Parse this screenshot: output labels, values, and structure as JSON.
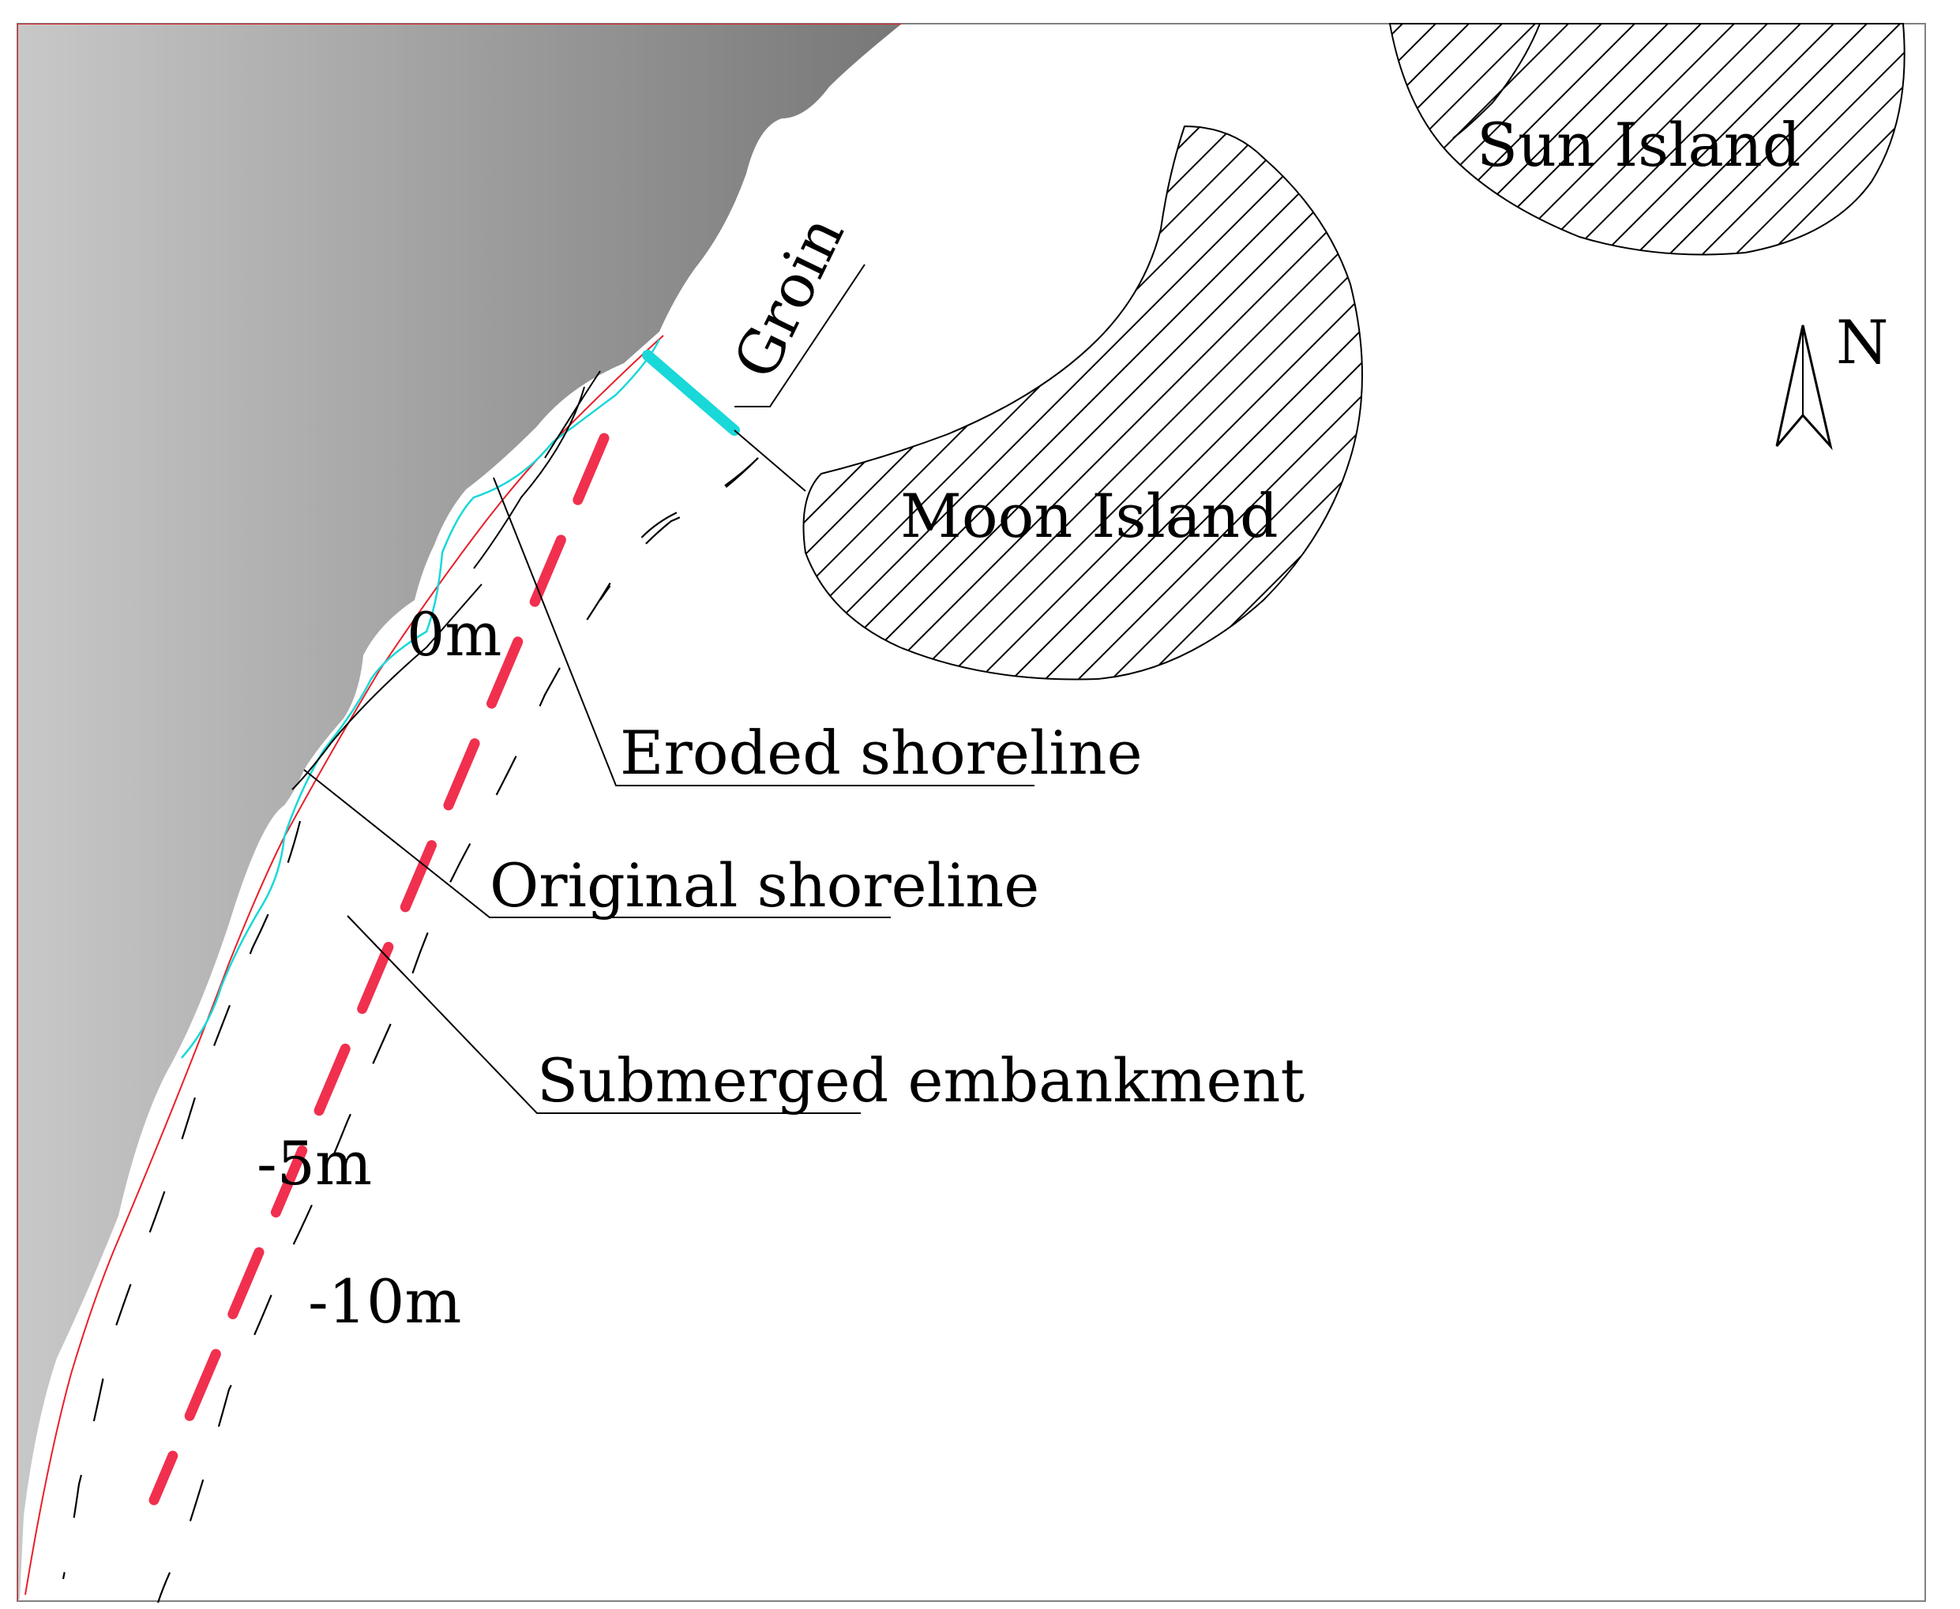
{
  "labels": {
    "sun_island": "Sun Island",
    "moon_island": "Moon Island",
    "groin": "Groin",
    "north": "N",
    "eroded_shoreline": "Eroded shoreline",
    "original_shoreline": "Original shoreline",
    "submerged_embankment": "Submerged embankment",
    "depth_0": "0m",
    "depth_minus5": "-5m",
    "depth_minus10": "-10m"
  },
  "colors": {
    "land_light": "#c4c4c4",
    "land_dark": "#7a7a7a",
    "embankment": "#f0304e",
    "eroded_shoreline": "#19d8d8",
    "original_shoreline": "#e8202a",
    "groin": "#19d8d8",
    "border": "#808080"
  },
  "icons": {
    "north_arrow": "north-arrow-icon"
  }
}
